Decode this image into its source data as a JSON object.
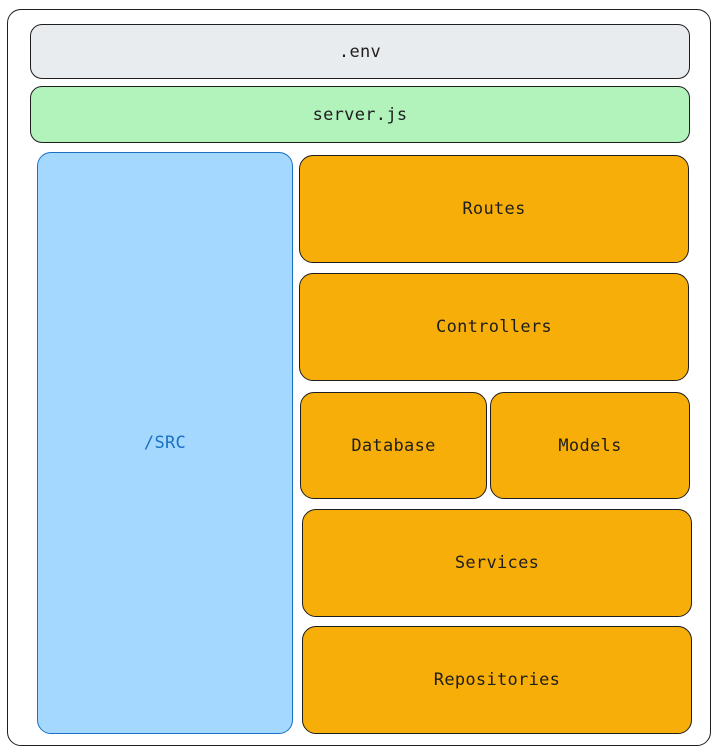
{
  "diagram": {
    "env_label": ".env",
    "server_label": "server.js",
    "src_label": "/SRC",
    "layers": {
      "routes": "Routes",
      "controllers": "Controllers",
      "database": "Database",
      "models": "Models",
      "services": "Services",
      "repositories": "Repositories"
    },
    "colors": {
      "env_fill": "#e9ecef",
      "server_fill": "#b2f2bb",
      "src_fill": "#a5d8ff",
      "src_stroke": "#1971c2",
      "layer_fill": "#f8ae09",
      "stroke": "#1e1e1e"
    }
  }
}
